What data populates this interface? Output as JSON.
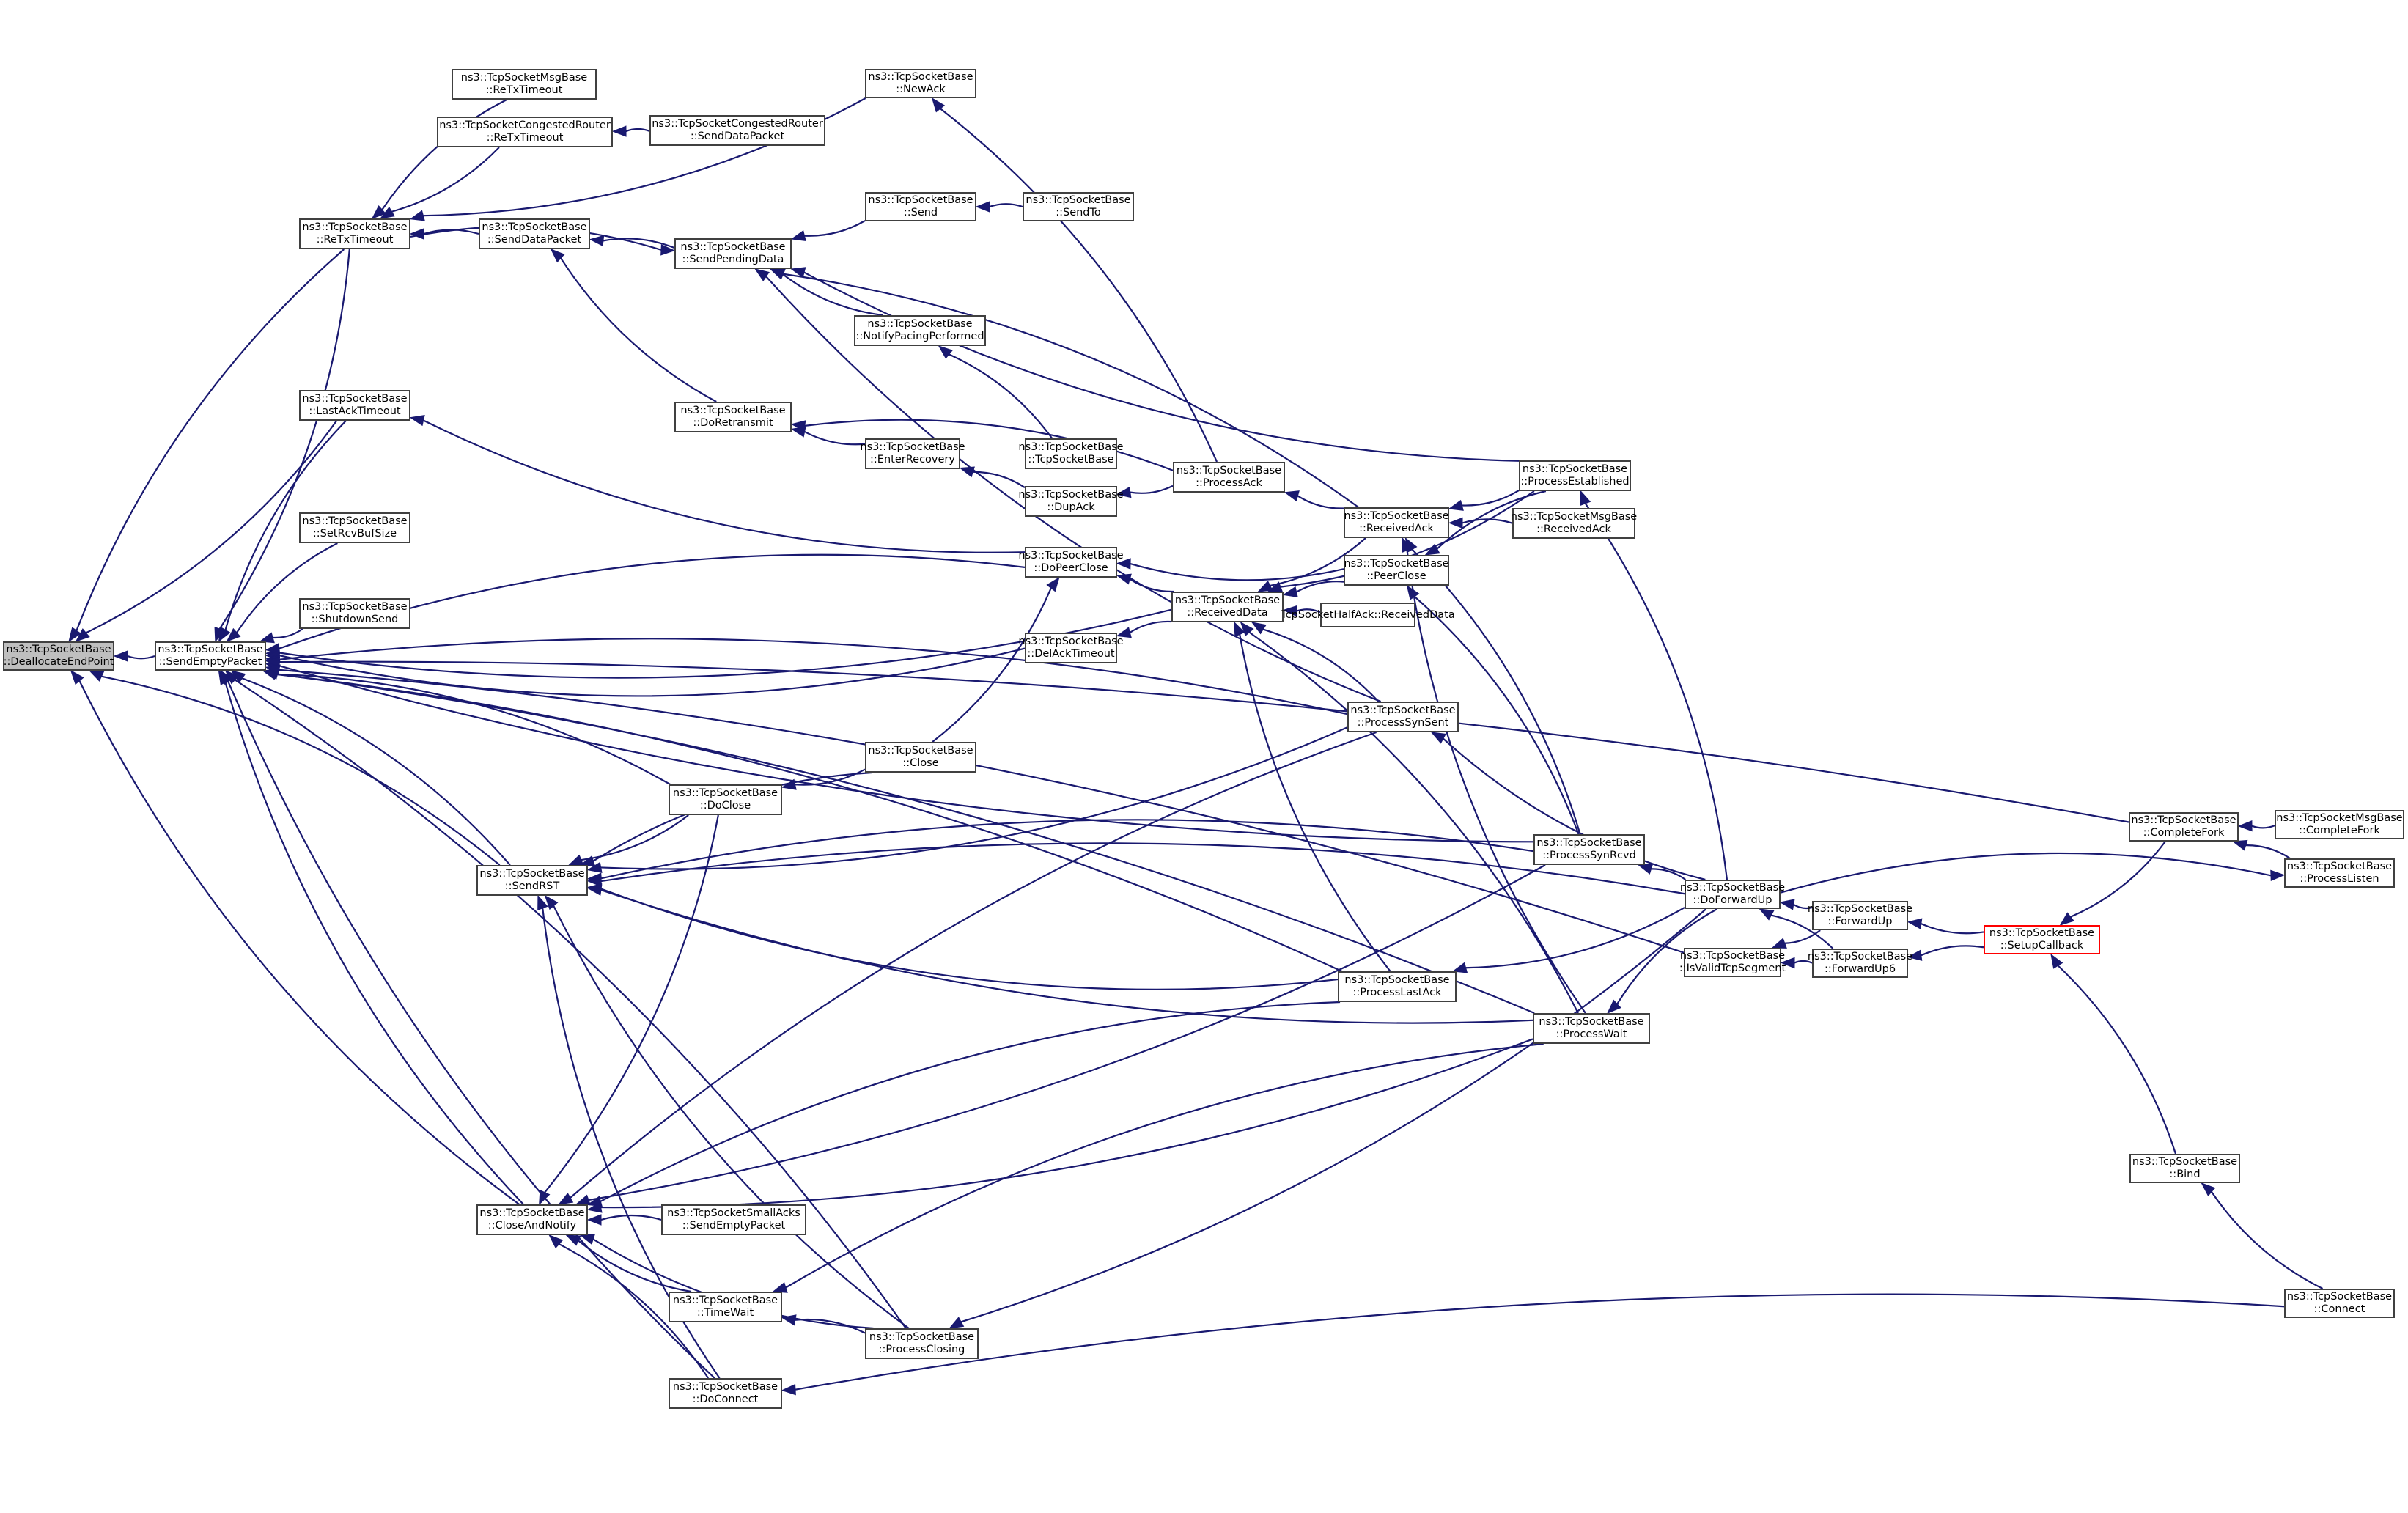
{
  "graph": {
    "title": "Caller graph of ns3::TcpSocketBase::DeallocateEndPoint",
    "colors": {
      "edge": "#191970",
      "node_border": "#404040",
      "root_fill": "#bfbfbf",
      "truncated_border": "#ff0000",
      "background": "#ffffff"
    },
    "nodes": [
      {
        "id": "DeallocateEndPoint",
        "line1": "ns3::TcpSocketBase",
        "line2": "::DeallocateEndPoint",
        "root": true
      },
      {
        "id": "SendEmptyPacket",
        "line1": "ns3::TcpSocketBase",
        "line2": "::SendEmptyPacket"
      },
      {
        "id": "MsgReTxTimeout",
        "line1": "ns3::TcpSocketMsgBase",
        "line2": "::ReTxTimeout"
      },
      {
        "id": "CRReTxTimeout",
        "line1": "ns3::TcpSocketCongestedRouter",
        "line2": "::ReTxTimeout"
      },
      {
        "id": "CRSendDataPacket",
        "line1": "ns3::TcpSocketCongestedRouter",
        "line2": "::SendDataPacket"
      },
      {
        "id": "ReTxTimeout",
        "line1": "ns3::TcpSocketBase",
        "line2": "::ReTxTimeout"
      },
      {
        "id": "NewAck",
        "line1": "ns3::TcpSocketBase",
        "line2": "::NewAck"
      },
      {
        "id": "Send",
        "line1": "ns3::TcpSocketBase",
        "line2": "::Send"
      },
      {
        "id": "SendTo",
        "line1": "ns3::TcpSocketBase",
        "line2": "::SendTo"
      },
      {
        "id": "SendPendingData",
        "line1": "ns3::TcpSocketBase",
        "line2": "::SendPendingData"
      },
      {
        "id": "SendDataPacket",
        "line1": "ns3::TcpSocketBase",
        "line2": "::SendDataPacket"
      },
      {
        "id": "NotifyPacingPerformed",
        "line1": "ns3::TcpSocketBase",
        "line2": "::NotifyPacingPerformed"
      },
      {
        "id": "LastAckTimeout",
        "line1": "ns3::TcpSocketBase",
        "line2": "::LastAckTimeout"
      },
      {
        "id": "DoRetransmit",
        "line1": "ns3::TcpSocketBase",
        "line2": "::DoRetransmit"
      },
      {
        "id": "EnterRecovery",
        "line1": "ns3::TcpSocketBase",
        "line2": "::EnterRecovery"
      },
      {
        "id": "TcpSocketBaseCtor",
        "line1": "ns3::TcpSocketBase",
        "line2": "::TcpSocketBase"
      },
      {
        "id": "DupAck",
        "line1": "ns3::TcpSocketBase",
        "line2": "::DupAck"
      },
      {
        "id": "ProcessAck",
        "line1": "ns3::TcpSocketBase",
        "line2": "::ProcessAck"
      },
      {
        "id": "ProcessEstablished",
        "line1": "ns3::TcpSocketBase",
        "line2": "::ProcessEstablished"
      },
      {
        "id": "ReceivedAck",
        "line1": "ns3::TcpSocketBase",
        "line2": "::ReceivedAck"
      },
      {
        "id": "MsgReceivedAck",
        "line1": "ns3::TcpSocketMsgBase",
        "line2": "::ReceivedAck"
      },
      {
        "id": "SetRcvBufSize",
        "line1": "ns3::TcpSocketBase",
        "line2": "::SetRcvBufSize"
      },
      {
        "id": "DoPeerClose",
        "line1": "ns3::TcpSocketBase",
        "line2": "::DoPeerClose"
      },
      {
        "id": "PeerClose",
        "line1": "ns3::TcpSocketBase",
        "line2": "::PeerClose"
      },
      {
        "id": "ShutdownSend",
        "line1": "ns3::TcpSocketBase",
        "line2": "::ShutdownSend"
      },
      {
        "id": "ReceivedData",
        "line1": "ns3::TcpSocketBase",
        "line2": "::ReceivedData"
      },
      {
        "id": "HalfAckReceivedData",
        "line1": "TcpSocketHalfAck::ReceivedData",
        "line2": ""
      },
      {
        "id": "DelAckTimeout",
        "line1": "ns3::TcpSocketBase",
        "line2": "::DelAckTimeout"
      },
      {
        "id": "ProcessSynSent",
        "line1": "ns3::TcpSocketBase",
        "line2": "::ProcessSynSent"
      },
      {
        "id": "Close",
        "line1": "ns3::TcpSocketBase",
        "line2": "::Close"
      },
      {
        "id": "DoClose",
        "line1": "ns3::TcpSocketBase",
        "line2": "::DoClose"
      },
      {
        "id": "SendRST",
        "line1": "ns3::TcpSocketBase",
        "line2": "::SendRST"
      },
      {
        "id": "ProcessSynRcvd",
        "line1": "ns3::TcpSocketBase",
        "line2": "::ProcessSynRcvd"
      },
      {
        "id": "DoForwardUp",
        "line1": "ns3::TcpSocketBase",
        "line2": "::DoForwardUp"
      },
      {
        "id": "ForwardUp",
        "line1": "ns3::TcpSocketBase",
        "line2": "::ForwardUp"
      },
      {
        "id": "IsValidTcpSegment",
        "line1": "ns3::TcpSocketBase",
        "line2": "::IsValidTcpSegment"
      },
      {
        "id": "ForwardUp6",
        "line1": "ns3::TcpSocketBase",
        "line2": "::ForwardUp6"
      },
      {
        "id": "SetupCallback",
        "line1": "ns3::TcpSocketBase",
        "line2": "::SetupCallback",
        "truncated": true
      },
      {
        "id": "CompleteFork",
        "line1": "ns3::TcpSocketBase",
        "line2": "::CompleteFork"
      },
      {
        "id": "MsgCompleteFork",
        "line1": "ns3::TcpSocketMsgBase",
        "line2": "::CompleteFork"
      },
      {
        "id": "ProcessListen",
        "line1": "ns3::TcpSocketBase",
        "line2": "::ProcessListen"
      },
      {
        "id": "ProcessLastAck",
        "line1": "ns3::TcpSocketBase",
        "line2": "::ProcessLastAck"
      },
      {
        "id": "ProcessWait",
        "line1": "ns3::TcpSocketBase",
        "line2": "::ProcessWait"
      },
      {
        "id": "CloseAndNotify",
        "line1": "ns3::TcpSocketBase",
        "line2": "::CloseAndNotify"
      },
      {
        "id": "SmallAcksSendEmptyPacket",
        "line1": "ns3::TcpSocketSmallAcks",
        "line2": "::SendEmptyPacket"
      },
      {
        "id": "TimeWait",
        "line1": "ns3::TcpSocketBase",
        "line2": "::TimeWait"
      },
      {
        "id": "ProcessClosing",
        "line1": "ns3::TcpSocketBase",
        "line2": "::ProcessClosing"
      },
      {
        "id": "DoConnect",
        "line1": "ns3::TcpSocketBase",
        "line2": "::DoConnect"
      },
      {
        "id": "Bind",
        "line1": "ns3::TcpSocketBase",
        "line2": "::Bind"
      },
      {
        "id": "Connect",
        "line1": "ns3::TcpSocketBase",
        "line2": "::Connect"
      }
    ],
    "edges": [
      [
        "SendEmptyPacket",
        "DeallocateEndPoint"
      ],
      [
        "ReTxTimeout",
        "DeallocateEndPoint"
      ],
      [
        "LastAckTimeout",
        "DeallocateEndPoint"
      ],
      [
        "SendRST",
        "DeallocateEndPoint"
      ],
      [
        "CloseAndNotify",
        "DeallocateEndPoint"
      ],
      [
        "MsgReTxTimeout",
        "ReTxTimeout"
      ],
      [
        "CRReTxTimeout",
        "ReTxTimeout"
      ],
      [
        "CRSendDataPacket",
        "CRReTxTimeout"
      ],
      [
        "NewAck",
        "ReTxTimeout"
      ],
      [
        "SendTo",
        "Send"
      ],
      [
        "Send",
        "SendPendingData"
      ],
      [
        "SendPendingData",
        "SendDataPacket"
      ],
      [
        "ReTxTimeout",
        "SendPendingData"
      ],
      [
        "SendDataPacket",
        "ReTxTimeout"
      ],
      [
        "NotifyPacingPerformed",
        "SendPendingData"
      ],
      [
        "TcpSocketBaseCtor",
        "NotifyPacingPerformed"
      ],
      [
        "DoRetransmit",
        "SendDataPacket"
      ],
      [
        "ProcessAck",
        "DoRetransmit"
      ],
      [
        "EnterRecovery",
        "DoRetransmit"
      ],
      [
        "DupAck",
        "EnterRecovery"
      ],
      [
        "ProcessAck",
        "DupAck"
      ],
      [
        "ProcessAck",
        "NewAck"
      ],
      [
        "ReceivedAck",
        "ProcessAck"
      ],
      [
        "ReceivedAck",
        "SendPendingData"
      ],
      [
        "ProcessEstablished",
        "ReceivedAck"
      ],
      [
        "MsgReceivedAck",
        "ReceivedAck"
      ],
      [
        "ProcessEstablished",
        "SendPendingData"
      ],
      [
        "ProcessEstablished",
        "PeerClose"
      ],
      [
        "ProcessEstablished",
        "ReceivedData"
      ],
      [
        "DoForwardUp",
        "ProcessEstablished"
      ],
      [
        "PeerClose",
        "DoPeerClose"
      ],
      [
        "PeerClose",
        "ReceivedData"
      ],
      [
        "DoPeerClose",
        "LastAckTimeout"
      ],
      [
        "DoPeerClose",
        "SendEmptyPacket"
      ],
      [
        "ReceivedData",
        "DoPeerClose"
      ],
      [
        "ReceivedData",
        "DelAckTimeout"
      ],
      [
        "ReceivedData",
        "SendEmptyPacket"
      ],
      [
        "HalfAckReceivedData",
        "ReceivedData"
      ],
      [
        "ReceivedAck",
        "ReceivedData"
      ],
      [
        "ProcessSynSent",
        "ReceivedData"
      ],
      [
        "ProcessLastAck",
        "ReceivedData"
      ],
      [
        "ProcessWait",
        "ReceivedData"
      ],
      [
        "DelAckTimeout",
        "SendEmptyPacket"
      ],
      [
        "Close",
        "DoPeerClose"
      ],
      [
        "Close",
        "DoClose"
      ],
      [
        "Close",
        "SendRST"
      ],
      [
        "DoClose",
        "SendRST"
      ],
      [
        "DoClose",
        "SendEmptyPacket"
      ],
      [
        "ProcessSynSent",
        "SendRST"
      ],
      [
        "ProcessSynSent",
        "SendEmptyPacket"
      ],
      [
        "ProcessSynSent",
        "SendPendingData"
      ],
      [
        "ProcessSynRcvd",
        "SendRST"
      ],
      [
        "ProcessSynRcvd",
        "SendEmptyPacket"
      ],
      [
        "ProcessSynRcvd",
        "PeerClose"
      ],
      [
        "ProcessLastAck",
        "SendRST"
      ],
      [
        "ProcessLastAck",
        "SendEmptyPacket"
      ],
      [
        "ProcessWait",
        "SendRST"
      ],
      [
        "ProcessWait",
        "SendEmptyPacket"
      ],
      [
        "ProcessWait",
        "ReceivedAck"
      ],
      [
        "ProcessSynRcvd",
        "ReceivedAck"
      ],
      [
        "DoForwardUp",
        "ProcessSynSent"
      ],
      [
        "DoForwardUp",
        "ProcessSynRcvd"
      ],
      [
        "DoForwardUp",
        "ProcessLastAck"
      ],
      [
        "DoForwardUp",
        "ProcessWait"
      ],
      [
        "DoForwardUp",
        "ProcessClosing"
      ],
      [
        "DoForwardUp",
        "SendRST"
      ],
      [
        "ForwardUp",
        "DoForwardUp"
      ],
      [
        "ForwardUp6",
        "DoForwardUp"
      ],
      [
        "ForwardUp",
        "IsValidTcpSegment"
      ],
      [
        "ForwardUp6",
        "IsValidTcpSegment"
      ],
      [
        "SetupCallback",
        "ForwardUp"
      ],
      [
        "SetupCallback",
        "ForwardUp6"
      ],
      [
        "CompleteFork",
        "SetupCallback"
      ],
      [
        "CompleteFork",
        "SendEmptyPacket"
      ],
      [
        "MsgCompleteFork",
        "CompleteFork"
      ],
      [
        "ProcessListen",
        "CompleteFork"
      ],
      [
        "DoForwardUp",
        "ProcessListen"
      ],
      [
        "Bind",
        "SetupCallback"
      ],
      [
        "Connect",
        "Bind"
      ],
      [
        "Connect",
        "DoConnect"
      ],
      [
        "DoConnect",
        "SendRST"
      ],
      [
        "DoConnect",
        "CloseAndNotify"
      ],
      [
        "DoConnect",
        "SendEmptyPacket"
      ],
      [
        "ProcessSynSent",
        "CloseAndNotify"
      ],
      [
        "ProcessSynRcvd",
        "CloseAndNotify"
      ],
      [
        "ProcessLastAck",
        "CloseAndNotify"
      ],
      [
        "ProcessWait",
        "CloseAndNotify"
      ],
      [
        "SmallAcksSendEmptyPacket",
        "CloseAndNotify"
      ],
      [
        "TimeWait",
        "CloseAndNotify"
      ],
      [
        "ProcessClosing",
        "TimeWait"
      ],
      [
        "ProcessClosing",
        "CloseAndNotify"
      ],
      [
        "ProcessClosing",
        "SendEmptyPacket"
      ],
      [
        "ProcessClosing",
        "SendRST"
      ],
      [
        "ProcessWait",
        "TimeWait"
      ],
      [
        "DoClose",
        "CloseAndNotify"
      ],
      [
        "SetRcvBufSize",
        "SendEmptyPacket"
      ],
      [
        "ShutdownSend",
        "SendEmptyPacket"
      ],
      [
        "LastAckTimeout",
        "SendEmptyPacket"
      ],
      [
        "ReTxTimeout",
        "SendEmptyPacket"
      ],
      [
        "SendRST",
        "SendEmptyPacket"
      ],
      [
        "CloseAndNotify",
        "SendEmptyPacket"
      ],
      [
        "IsValidTcpSegment",
        "SendEmptyPacket"
      ]
    ]
  }
}
